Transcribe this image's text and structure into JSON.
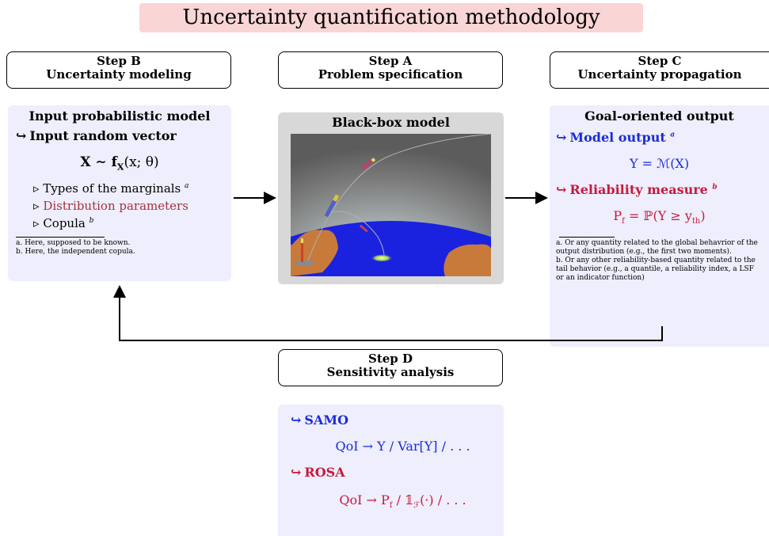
{
  "title": "Uncertainty quantification methodology",
  "steps": {
    "b": {
      "line1": "Step B",
      "line2": "Uncertainty modeling"
    },
    "a": {
      "line1": "Step A",
      "line2": "Problem specification"
    },
    "c": {
      "line1": "Step C",
      "line2": "Uncertainty propagation"
    },
    "d": {
      "line1": "Step D",
      "line2": "Sensitivity analysis"
    }
  },
  "input_panel": {
    "heading": "Input probabilistic model",
    "subheading": "Input random vector",
    "formula": "X ∼ f",
    "formula_sub": "X",
    "formula_tail": "(x; θ)",
    "bullets": [
      {
        "text": "Types of the marginals",
        "sup": "a"
      },
      {
        "text": "Distribution parameters",
        "sup": ""
      },
      {
        "text": "Copula",
        "sup": "b"
      }
    ],
    "footnotes": [
      "a. Here, supposed to be known.",
      "b. Here, the independent copula."
    ]
  },
  "blackbox": {
    "heading": "Black-box model"
  },
  "output_panel": {
    "heading": "Goal-oriented output",
    "model_output": "Model output",
    "model_output_sup": "a",
    "model_formula": "Y = ℳ(X)",
    "reliability": "Reliability measure",
    "reliability_sup": "b",
    "reliability_formula_a": "P",
    "reliability_formula_sub": "f",
    "reliability_formula_b": " = ℙ(Y ≥ y",
    "reliability_formula_sub2": "th",
    "reliability_formula_c": ")",
    "footnote_a": "a. Or any quantity related to the global behavrior of the output distribution (e.g., the first two moments).",
    "footnote_b": "b. Or any other reliability-based quantity related to the tail behavior (e.g., a quantile, a reliability index, a LSF or an indicator function)"
  },
  "sensitivity_panel": {
    "samo": "SAMO",
    "samo_formula": "QoI → Y / Var[Y] / . . .",
    "rosa": "ROSA",
    "rosa_formula": "QoI → P",
    "rosa_formula_sub": "f",
    "rosa_formula_tail": " / 𝟙",
    "rosa_formula_sub2": "ℱ",
    "rosa_formula_end": "(·) / . . ."
  },
  "hook_symbol": "↪",
  "colors": {
    "blue": "#1a2cd8",
    "red": "#c8193c",
    "rose": "#a8323c",
    "panel": "#eeeefc",
    "title_bg": "#f9d5d5"
  }
}
